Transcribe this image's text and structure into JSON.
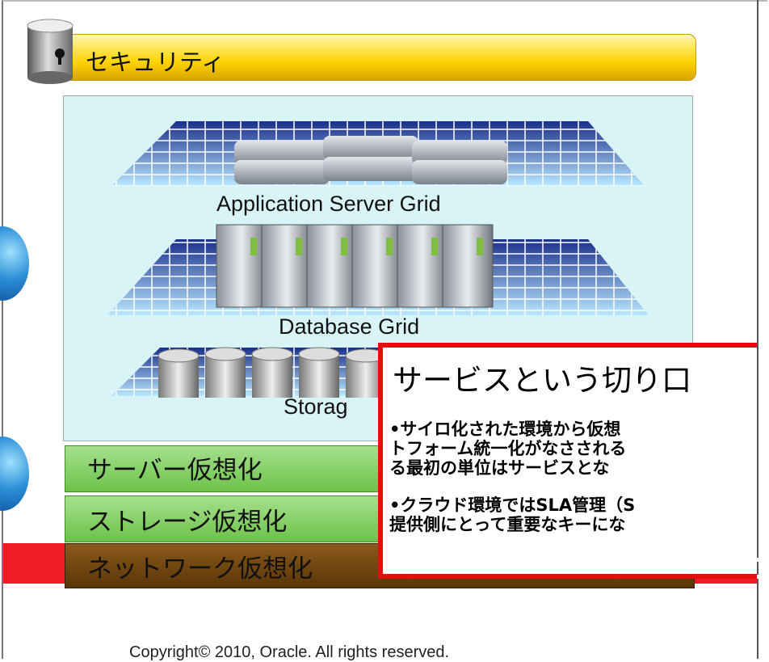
{
  "security": {
    "label": "セキュリティ"
  },
  "grid_layers": {
    "application": "Application Server Grid",
    "database": "Database Grid",
    "storage": "Storag"
  },
  "virtualization": {
    "server": "サーバー仮想化",
    "storage": "ストレージ仮想化",
    "network": "ネットワーク仮想化"
  },
  "callout": {
    "title": "サービスという切り口",
    "bullet1_line1": "•サイロ化された環境から仮想",
    "bullet1_line2": "トフォーム統一化がなさされる",
    "bullet1_line3": "る最初の単位はサービスとな",
    "bullet2_line1": "•クラウド環境ではSLA管理（S",
    "bullet2_line2": "提供側にとって重要なキーにな"
  },
  "footer": {
    "copyright": "Copyright© 2010, Oracle. All rights reserved."
  },
  "colors": {
    "security_bar": "#ffd400",
    "virt_bar": "#6cc24a",
    "network_bar": "#5a3508",
    "red": "#ee1c24",
    "panel": "#d9f4f7"
  }
}
